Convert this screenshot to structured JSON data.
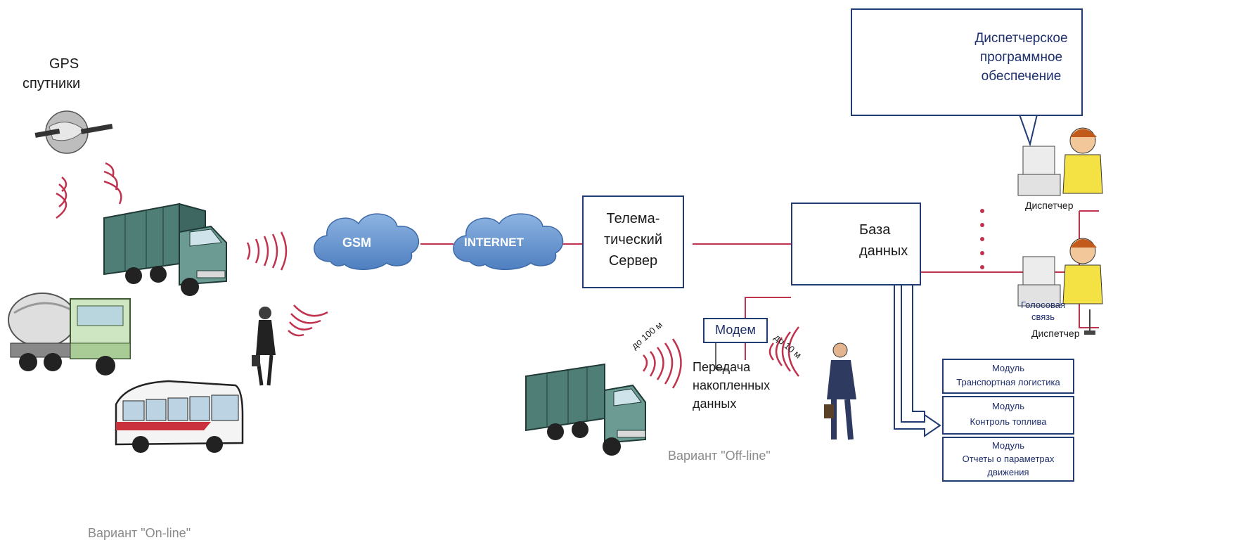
{
  "gps": {
    "line1": "GPS",
    "line2": "спутники"
  },
  "clouds": {
    "gsm": "GSM",
    "internet": "INTERNET"
  },
  "server": {
    "line1": "Телема-",
    "line2": "тический",
    "line3": "Сервер"
  },
  "database": {
    "line1": "База",
    "line2": "данных"
  },
  "software": {
    "line1": "Диспетчерское",
    "line2": "программное",
    "line3": "обеспечение"
  },
  "dispatchers": {
    "label_top": "Диспетчер",
    "voice_line1": "Голосовая",
    "voice_line2": "связь",
    "label_bottom": "Диспетчер"
  },
  "modem": {
    "label": "Модем"
  },
  "transfer": {
    "line1": "Передача",
    "line2": "накопленных",
    "line3": "данных"
  },
  "ranges": {
    "range_100": "до 100 м",
    "range_10": "до 10 м"
  },
  "modules": [
    {
      "line1": "Модуль",
      "line2": "Транспортная логистика"
    },
    {
      "line1": "Модуль",
      "line2": "Контроль топлива"
    },
    {
      "line1": "Модуль",
      "line2": "Отчеты о параметрах",
      "line3": "движения"
    }
  ],
  "variants": {
    "online": "Вариант \"On-line\"",
    "offline": "Вариант \"Off-line\""
  },
  "colors": {
    "link_line": "#c0334f",
    "box_border": "#213b73",
    "cloud": "#5d8fcc",
    "wave": "#c0334f"
  }
}
